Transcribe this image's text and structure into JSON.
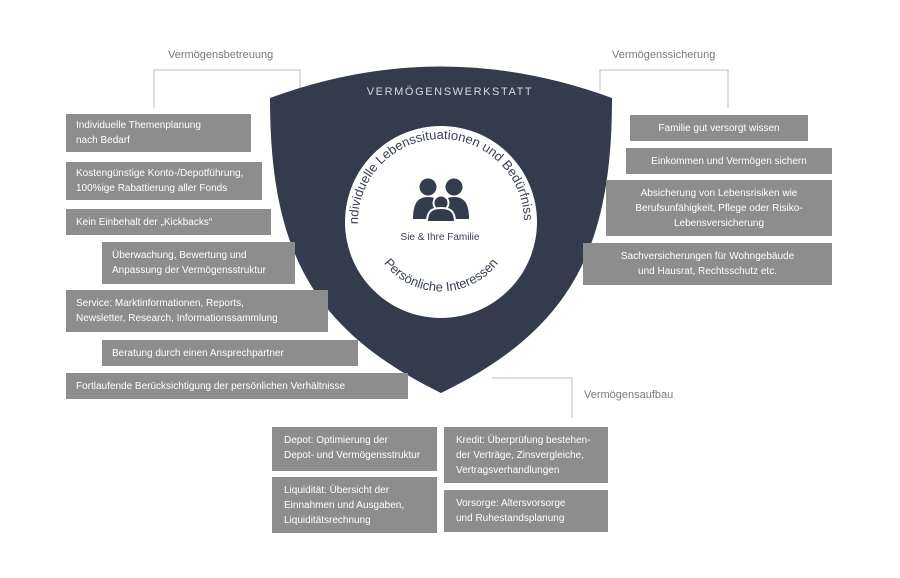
{
  "shield": {
    "title": "VERMÖGENSWERKSTATT",
    "arc_top": "Individuelle Lebenssituationen und Bedürfnisse",
    "arc_bottom": "Persönliche Interessen",
    "center_label": "Sie & Ihre Familie",
    "center_icon": "family-icon",
    "color": "#343b4d"
  },
  "sections": {
    "betreuung": {
      "label": "Vermögensbetreuung",
      "items": [
        "Individuelle Themenplanung\nnach Bedarf",
        "Kostengünstige Konto-/Depotführung,\n100%ige Rabattierung aller Fonds",
        "Kein Einbehalt der „Kickbacks“",
        "Überwachung, Bewertung und\nAnpassung der Vermögensstruktur",
        "Service: Marktinformationen, Reports,\nNewsletter, Research, Informationssammlung",
        "Beratung durch einen Ansprechpartner",
        "Fortlaufende Berücksichtigung der persönlichen Verhältnisse"
      ]
    },
    "sicherung": {
      "label": "Vermögenssicherung",
      "items": [
        "Familie gut versorgt wissen",
        "Einkommen und Vermögen sichern",
        "Absicherung von Lebensrisiken wie\nBerufsunfähigkeit, Pflege oder Risiko-\nLebensversicherung",
        "Sachversicherungen für Wohngebäude\nund Hausrat, Rechtsschutz etc."
      ]
    },
    "aufbau": {
      "label": "Vermögensaufbau",
      "items": [
        "Depot: Optimierung der\nDepot- und Vermögensstruktur",
        "Kredit: Überprüfung bestehen-\nder Verträge, Zinsvergleiche,\nVertragsverhandlungen",
        "Liquidität: Übersicht der\nEinnahmen und Ausgaben,\nLiquiditätsrechnung",
        "Vorsorge: Altersvorsorge\nund Ruhestandsplanung"
      ]
    }
  },
  "colors": {
    "box": "#8d8d8d",
    "box_text": "#ffffff",
    "label": "#7a7a7a",
    "shield": "#343b4d",
    "inner_circle": "#ffffff"
  }
}
